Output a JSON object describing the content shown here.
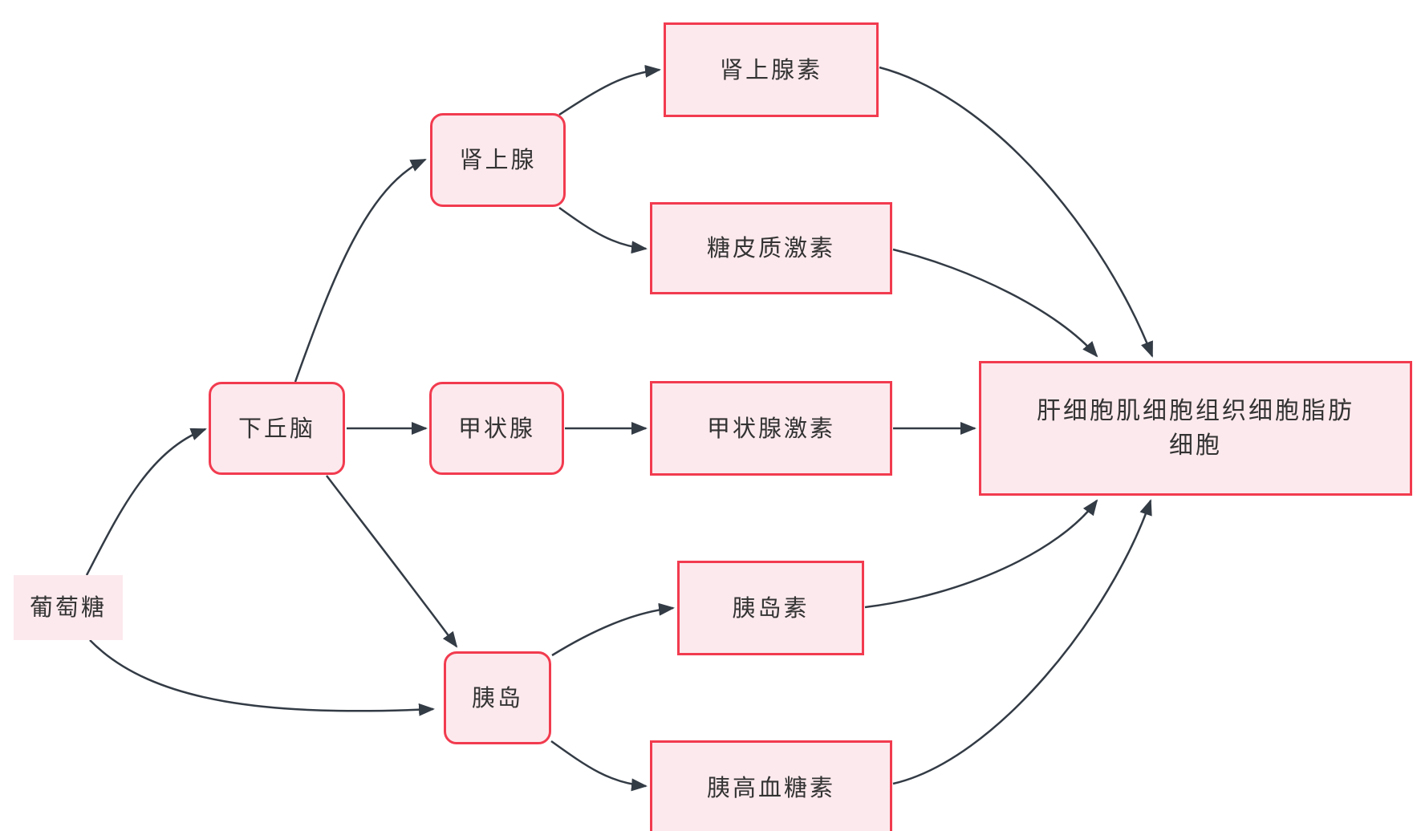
{
  "diagram": {
    "type": "flowchart",
    "language": "zh",
    "topic": "blood-glucose-hormonal-regulation",
    "nodes": {
      "glucose": {
        "label": "葡萄糖",
        "shape": "plain-box"
      },
      "hypothalamus": {
        "label": "下丘脑",
        "shape": "rounded-box"
      },
      "adrenal": {
        "label": "肾上腺",
        "shape": "rounded-box"
      },
      "thyroid": {
        "label": "甲状腺",
        "shape": "rounded-box"
      },
      "islet": {
        "label": "胰岛",
        "shape": "rounded-box"
      },
      "epinephrine": {
        "label": "肾上腺素",
        "shape": "rect-box"
      },
      "glucocorticoid": {
        "label": "糖皮质激素",
        "shape": "rect-box"
      },
      "thyroid_hormone": {
        "label": "甲状腺激素",
        "shape": "rect-box"
      },
      "insulin": {
        "label": "胰岛素",
        "shape": "rect-box"
      },
      "glucagon": {
        "label": "胰高血糖素",
        "shape": "rect-box"
      },
      "target_cells": {
        "label": "肝细胞肌细胞组织细胞脂肪细胞",
        "shape": "rect-box"
      }
    },
    "edges": [
      {
        "from": "glucose",
        "to": "hypothalamus"
      },
      {
        "from": "glucose",
        "to": "islet"
      },
      {
        "from": "hypothalamus",
        "to": "adrenal"
      },
      {
        "from": "hypothalamus",
        "to": "thyroid"
      },
      {
        "from": "hypothalamus",
        "to": "islet"
      },
      {
        "from": "adrenal",
        "to": "epinephrine"
      },
      {
        "from": "adrenal",
        "to": "glucocorticoid"
      },
      {
        "from": "thyroid",
        "to": "thyroid_hormone"
      },
      {
        "from": "islet",
        "to": "insulin"
      },
      {
        "from": "islet",
        "to": "glucagon"
      },
      {
        "from": "epinephrine",
        "to": "target_cells"
      },
      {
        "from": "glucocorticoid",
        "to": "target_cells"
      },
      {
        "from": "thyroid_hormone",
        "to": "target_cells"
      },
      {
        "from": "insulin",
        "to": "target_cells"
      },
      {
        "from": "glucagon",
        "to": "target_cells"
      }
    ],
    "colors": {
      "node_fill": "#fce9ed",
      "node_border": "#f23b4f",
      "line": "#333b45",
      "text": "#333333",
      "background": "#ffffff"
    }
  }
}
